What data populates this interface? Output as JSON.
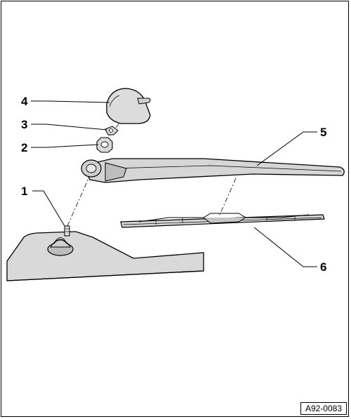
{
  "diagram": {
    "callouts": [
      {
        "id": "1",
        "label": "1"
      },
      {
        "id": "2",
        "label": "2"
      },
      {
        "id": "3",
        "label": "3"
      },
      {
        "id": "4",
        "label": "4"
      },
      {
        "id": "5",
        "label": "5"
      },
      {
        "id": "6",
        "label": "6"
      }
    ],
    "reference_code": "A92-0083",
    "colors": {
      "part_fill": "#d9d9d9",
      "part_fill_light": "#e9e9e9",
      "outline": "#000000",
      "background": "#ffffff"
    }
  }
}
